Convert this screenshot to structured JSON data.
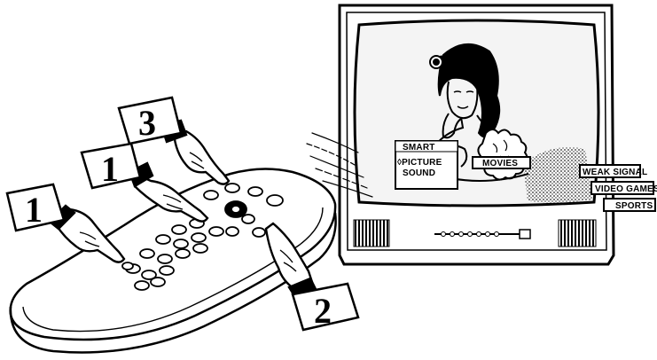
{
  "callouts": [
    {
      "id": "step-card-left",
      "number": "1"
    },
    {
      "id": "step-card-middle",
      "number": "1"
    },
    {
      "id": "step-card-top",
      "number": "3"
    },
    {
      "id": "step-card-bottom",
      "number": "2"
    }
  ],
  "tv_menu": {
    "panel_lines": [
      "SMART",
      "◊PICTURE",
      "SOUND"
    ],
    "selected_item": "MOVIES"
  },
  "side_options": [
    "WEAK SIGNAL",
    "VIDEO GAMES",
    "SPORTS"
  ],
  "colors": {
    "ink": "#000000",
    "paper": "#ffffff",
    "screen_tint": "#f4f4f4"
  }
}
